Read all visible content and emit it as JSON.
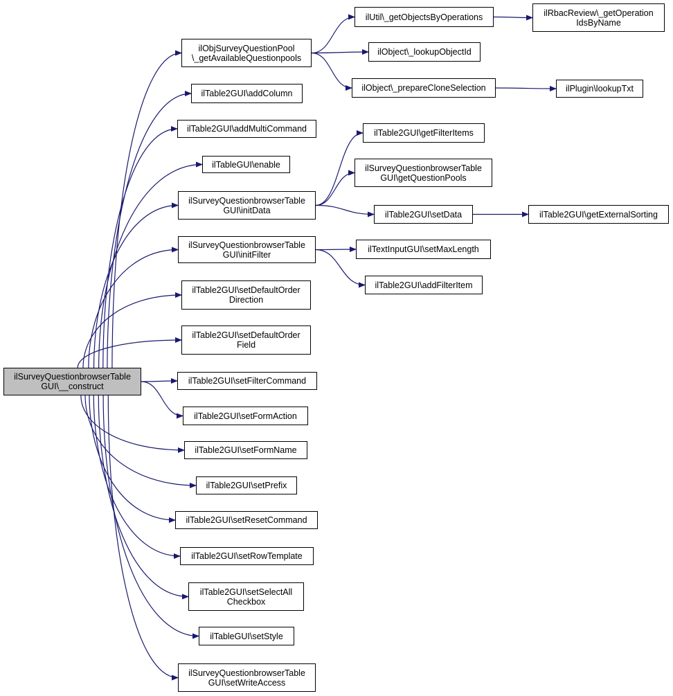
{
  "colors": {
    "edge": "#191970",
    "root_fill": "#bfbfbf",
    "node_fill": "#ffffff",
    "node_border": "#000000"
  },
  "nodes": [
    {
      "id": "root",
      "label": "ilSurveyQuestionbrowserTable\nGUI\\__construct"
    },
    {
      "id": "n_pool",
      "label": "ilObjSurveyQuestionPool\n\\_getAvailableQuestionpools"
    },
    {
      "id": "n_addcol",
      "label": "ilTable2GUI\\addColumn"
    },
    {
      "id": "n_addmulti",
      "label": "ilTable2GUI\\addMultiCommand"
    },
    {
      "id": "n_enable",
      "label": "ilTableGUI\\enable"
    },
    {
      "id": "n_initdata",
      "label": "ilSurveyQuestionbrowserTable\nGUI\\initData"
    },
    {
      "id": "n_initfilter",
      "label": "ilSurveyQuestionbrowserTable\nGUI\\initFilter"
    },
    {
      "id": "n_deforderdir",
      "label": "ilTable2GUI\\setDefaultOrder\nDirection"
    },
    {
      "id": "n_deforderfield",
      "label": "ilTable2GUI\\setDefaultOrder\nField"
    },
    {
      "id": "n_filtercmd",
      "label": "ilTable2GUI\\setFilterCommand"
    },
    {
      "id": "n_formaction",
      "label": "ilTable2GUI\\setFormAction"
    },
    {
      "id": "n_formname",
      "label": "ilTable2GUI\\setFormName"
    },
    {
      "id": "n_prefix",
      "label": "ilTable2GUI\\setPrefix"
    },
    {
      "id": "n_resetcmd",
      "label": "ilTable2GUI\\setResetCommand"
    },
    {
      "id": "n_rowtpl",
      "label": "ilTable2GUI\\setRowTemplate"
    },
    {
      "id": "n_selectall",
      "label": "ilTable2GUI\\setSelectAll\nCheckbox"
    },
    {
      "id": "n_setstyle",
      "label": "ilTableGUI\\setStyle"
    },
    {
      "id": "n_writeaccess",
      "label": "ilSurveyQuestionbrowserTable\nGUI\\setWriteAccess"
    },
    {
      "id": "n_getobjops",
      "label": "ilUtil\\_getObjectsByOperations"
    },
    {
      "id": "n_lookupobjid",
      "label": "ilObject\\_lookupObjectId"
    },
    {
      "id": "n_prepclone",
      "label": "ilObject\\_prepareCloneSelection"
    },
    {
      "id": "n_rbac",
      "label": "ilRbacReview\\_getOperation\nIdsByName"
    },
    {
      "id": "n_plugin",
      "label": "ilPlugin\\lookupTxt"
    },
    {
      "id": "n_getfilteritems",
      "label": "ilTable2GUI\\getFilterItems"
    },
    {
      "id": "n_getqpools",
      "label": "ilSurveyQuestionbrowserTable\nGUI\\getQuestionPools"
    },
    {
      "id": "n_setdata",
      "label": "ilTable2GUI\\setData"
    },
    {
      "id": "n_extsort",
      "label": "ilTable2GUI\\getExternalSorting"
    },
    {
      "id": "n_maxlen",
      "label": "ilTextInputGUI\\setMaxLength"
    },
    {
      "id": "n_addfilteritem",
      "label": "ilTable2GUI\\addFilterItem"
    }
  ],
  "edges": [
    [
      "root",
      "n_pool"
    ],
    [
      "root",
      "n_addcol"
    ],
    [
      "root",
      "n_addmulti"
    ],
    [
      "root",
      "n_enable"
    ],
    [
      "root",
      "n_initdata"
    ],
    [
      "root",
      "n_initfilter"
    ],
    [
      "root",
      "n_deforderdir"
    ],
    [
      "root",
      "n_deforderfield"
    ],
    [
      "root",
      "n_filtercmd"
    ],
    [
      "root",
      "n_formaction"
    ],
    [
      "root",
      "n_formname"
    ],
    [
      "root",
      "n_prefix"
    ],
    [
      "root",
      "n_resetcmd"
    ],
    [
      "root",
      "n_rowtpl"
    ],
    [
      "root",
      "n_selectall"
    ],
    [
      "root",
      "n_setstyle"
    ],
    [
      "root",
      "n_writeaccess"
    ],
    [
      "n_pool",
      "n_getobjops"
    ],
    [
      "n_pool",
      "n_lookupobjid"
    ],
    [
      "n_pool",
      "n_prepclone"
    ],
    [
      "n_getobjops",
      "n_rbac"
    ],
    [
      "n_prepclone",
      "n_plugin"
    ],
    [
      "n_initdata",
      "n_getfilteritems"
    ],
    [
      "n_initdata",
      "n_getqpools"
    ],
    [
      "n_initdata",
      "n_setdata"
    ],
    [
      "n_setdata",
      "n_extsort"
    ],
    [
      "n_initfilter",
      "n_maxlen"
    ],
    [
      "n_initfilter",
      "n_addfilteritem"
    ]
  ]
}
